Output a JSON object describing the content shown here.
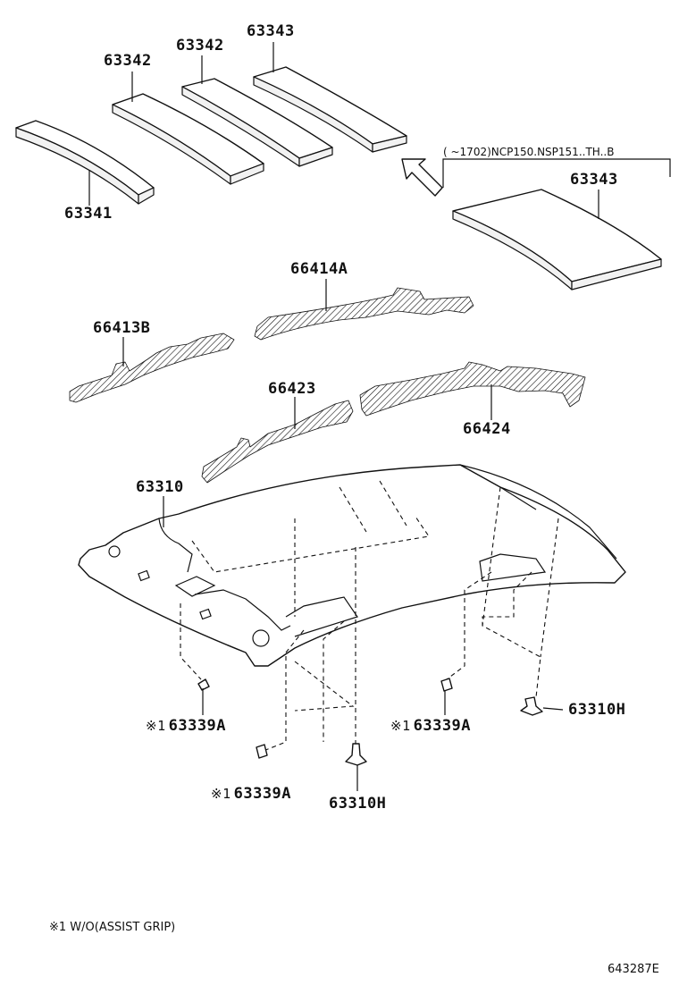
{
  "labels": {
    "pad_63341": "63341",
    "pad_63342_left": "63342",
    "pad_63342_right": "63342",
    "pad_63343_top": "63343",
    "pad_63343_alt": "63343",
    "bracket_66414a": "66414A",
    "bracket_66413b": "66413B",
    "bracket_66423": "66423",
    "bracket_66424": "66424",
    "headliner_63310": "63310",
    "clip_63339a_left": "63339A",
    "clip_63339a_center": "63339A",
    "clip_63339a_right": "63339A",
    "clip_63310h_center": "63310H",
    "clip_63310h_right": "63310H"
  },
  "condition_note": "(     ~1702)NCP150.NSP151..TH..B",
  "mark_symbol": "※1",
  "footnote": "※1 W/O(ASSIST GRIP)",
  "diagram_code": "643287E",
  "icons": [
    "arrow-icon",
    "clip-icon",
    "pin-icon"
  ]
}
